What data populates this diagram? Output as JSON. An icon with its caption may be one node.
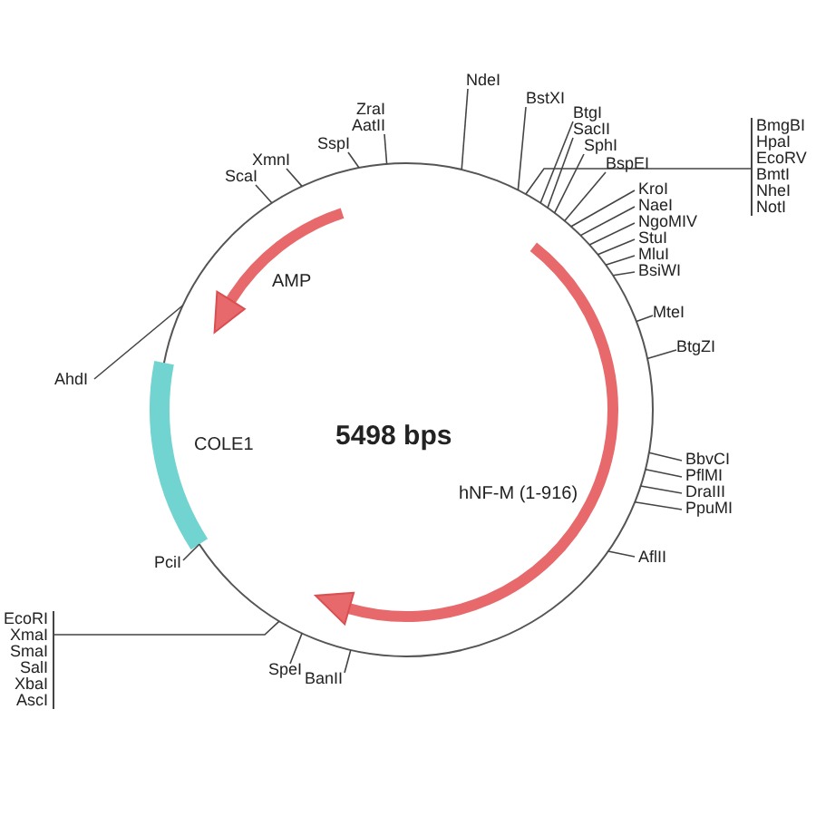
{
  "diagram": {
    "nodes": [
      {
        "text": [
          "ScaI"
        ]
      },
      {
        "text": [
          "XmnI"
        ]
      },
      {
        "text": [
          "SspI"
        ]
      },
      {
        "text": [
          "ZraI",
          "AatII"
        ]
      },
      {
        "text": [
          "NdeI"
        ]
      },
      {
        "text": [
          "BstXI"
        ]
      },
      {
        "text": [
          "BtgI"
        ]
      },
      {
        "text": [
          "SacII"
        ]
      },
      {
        "text": [
          "SphI"
        ]
      },
      {
        "text": [
          "BspEI"
        ]
      },
      {
        "text": [
          "BmgBI",
          "HpaI",
          "EcoRV",
          "BmtI",
          "NheI",
          "NotI"
        ]
      },
      {
        "text": [
          "KroI"
        ]
      },
      {
        "text": [
          "NaeI"
        ]
      },
      {
        "text": [
          "NgoMIV"
        ]
      },
      {
        "text": [
          "StuI"
        ]
      },
      {
        "text": [
          "MluI"
        ]
      },
      {
        "text": [
          "BsiWI"
        ]
      },
      {
        "text": [
          "MteI"
        ]
      },
      {
        "text": [
          "BtgZI"
        ]
      },
      {
        "text": [
          "BbvCI"
        ]
      },
      {
        "text": [
          "PflMI"
        ]
      },
      {
        "text": [
          "DraIII"
        ]
      },
      {
        "text": [
          "PpuMI"
        ]
      },
      {
        "text": [
          "AflII"
        ]
      },
      {
        "text": [
          "BanII"
        ]
      },
      {
        "text": [
          "SpeI"
        ]
      },
      {
        "text": [
          "EcoRI",
          "XmaI",
          "SmaI",
          "SalI",
          "XbaI",
          "AscI"
        ]
      },
      {
        "text": [
          "PciI"
        ]
      },
      {
        "text": [
          "AhdI"
        ]
      }
    ],
    "edges": [
      {
        "from": 0,
        "to": null,
        "arrow": "none"
      },
      {
        "from": 1,
        "to": null,
        "arrow": "none"
      },
      {
        "from": 2,
        "to": null,
        "arrow": "none"
      },
      {
        "from": 3,
        "to": null,
        "arrow": "none"
      },
      {
        "from": 4,
        "to": null,
        "arrow": "none"
      },
      {
        "from": 5,
        "to": null,
        "arrow": "none"
      },
      {
        "from": 6,
        "to": null,
        "arrow": "none"
      },
      {
        "from": 7,
        "to": null,
        "arrow": "none"
      },
      {
        "from": 8,
        "to": null,
        "arrow": "none"
      },
      {
        "from": 9,
        "to": null,
        "arrow": "none"
      },
      {
        "from": 10,
        "to": null,
        "arrow": "none"
      },
      {
        "from": 11,
        "to": null,
        "arrow": "none"
      },
      {
        "from": 12,
        "to": null,
        "arrow": "none"
      },
      {
        "from": 13,
        "to": null,
        "arrow": "none"
      },
      {
        "from": 14,
        "to": null,
        "arrow": "none"
      },
      {
        "from": 15,
        "to": null,
        "arrow": "none"
      },
      {
        "from": 16,
        "to": null,
        "arrow": "none"
      },
      {
        "from": 17,
        "to": null,
        "arrow": "none"
      },
      {
        "from": 18,
        "to": null,
        "arrow": "none"
      },
      {
        "from": 19,
        "to": null,
        "arrow": "none"
      },
      {
        "from": 20,
        "to": null,
        "arrow": "none"
      },
      {
        "from": 21,
        "to": null,
        "arrow": "none"
      },
      {
        "from": 22,
        "to": null,
        "arrow": "none"
      },
      {
        "from": 23,
        "to": null,
        "arrow": "none"
      },
      {
        "from": 24,
        "to": null,
        "arrow": "none"
      },
      {
        "from": 25,
        "to": null,
        "arrow": "none"
      },
      {
        "from": 26,
        "to": null,
        "arrow": "none"
      },
      {
        "from": 27,
        "to": null,
        "arrow": "none"
      },
      {
        "from": 28,
        "to": null,
        "arrow": "none"
      }
    ],
    "labels": [
      "AMP",
      "COLE1",
      "hNF-M (1-916)",
      "5498 bps"
    ]
  }
}
